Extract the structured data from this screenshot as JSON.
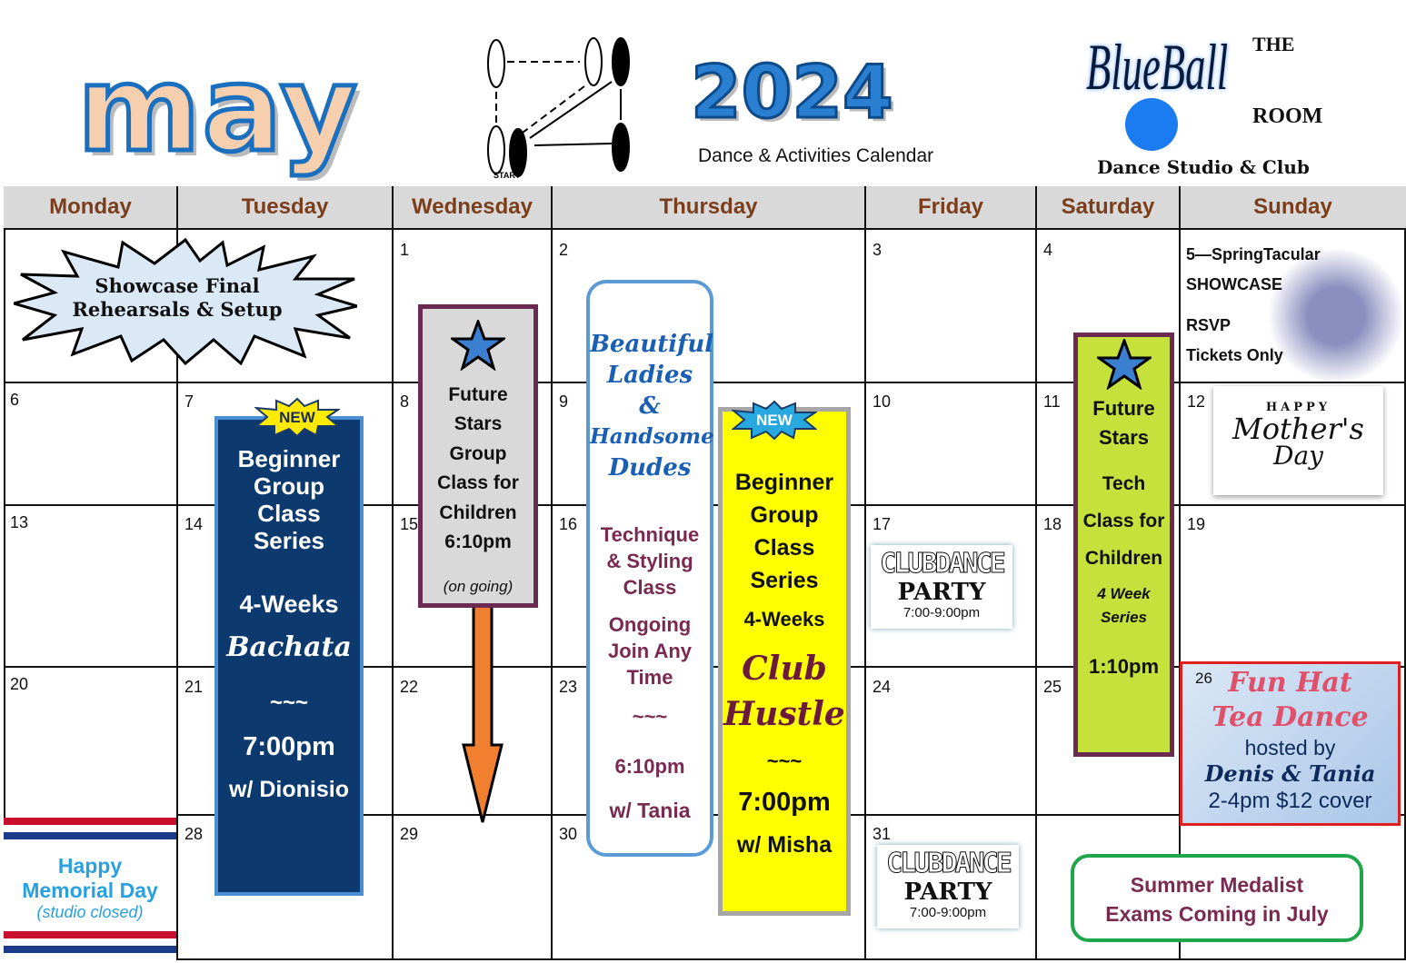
{
  "header": {
    "month": "may",
    "year": "2024",
    "subtitle": "Dance & Activities Calendar",
    "logo": {
      "the": "THE",
      "name": "BlueBall",
      "room": "ROOM",
      "tagline": "Dance Studio & Club"
    },
    "diagram_start": "START"
  },
  "days": [
    "Monday",
    "Tuesday",
    "Wednesday",
    "Thursday",
    "Friday",
    "Saturday",
    "Sunday"
  ],
  "dates": {
    "d1": "1",
    "d2": "2",
    "d3": "3",
    "d4": "4",
    "d6": "6",
    "d7": "7",
    "d8": "8",
    "d9": "9",
    "d10": "10",
    "d11": "11",
    "d12": "12",
    "d13": "13",
    "d14": "14",
    "d15": "15",
    "d16": "16",
    "d17": "17",
    "d18": "18",
    "d19": "19",
    "d20": "20",
    "d21": "21",
    "d22": "22",
    "d23": "23",
    "d24": "24",
    "d25": "25",
    "d26": "26",
    "d28": "28",
    "d29": "29",
    "d30": "30",
    "d31": "31"
  },
  "events": {
    "showcase_rehearsal": [
      "Showcase Final",
      "Rehearsals & Setup"
    ],
    "sunday5": {
      "l1": "5—SpringTacular",
      "l2": "SHOWCASE",
      "l3": "RSVP",
      "l4": "Tickets Only"
    },
    "mothers_day": {
      "l1": "HAPPY",
      "l2": "Mother's",
      "l3": "Day"
    },
    "tuesday_beginner": {
      "badge": "NEW",
      "title": "Beginner Group Class Series",
      "weeks": "4-Weeks",
      "style": "Bachata",
      "sep": "~~~",
      "time": "7:00pm",
      "instructor": "w/ Dionisio"
    },
    "future_stars_wed": {
      "title": "Future Stars Group Class for Children",
      "time": "6:10pm",
      "note": "(on going)"
    },
    "thursday_technique": {
      "t1": "Beautiful",
      "t2": "Ladies",
      "t3": "&",
      "t4": "Handsome",
      "t5": "Dudes",
      "class": "Technique & Styling Class",
      "ongoing": "Ongoing Join Any Time",
      "sep": "~~~",
      "time": "6:10pm",
      "instructor": "w/ Tania"
    },
    "thursday_beginner": {
      "badge": "NEW",
      "title": "Beginner Group Class Series",
      "weeks": "4-Weeks",
      "style1": "Club",
      "style2": "Hustle",
      "sep": "~~~",
      "time": "7:00pm",
      "instructor": "w/ Misha"
    },
    "future_stars_sat": {
      "title": "Future Stars",
      "sub": "Tech Class for Children",
      "weeks": "4 Week Series",
      "time": "1:10pm"
    },
    "club_party": {
      "l1": "CLUBDANCE",
      "l2": "PARTY",
      "time": "7:00-9:00pm"
    },
    "fun_hat": {
      "l1": "Fun Hat",
      "l2": "Tea Dance",
      "l3": "hosted by",
      "l4": "Denis & Tania",
      "l5": "2-4pm $12 cover"
    },
    "memorial": {
      "l1": "Happy",
      "l2": "Memorial Day",
      "l3": "(studio closed)"
    },
    "summer": {
      "l1": "Summer Medalist",
      "l2": "Exams Coming in July"
    }
  },
  "colors": {
    "header_bg": "#d9d9d9",
    "day_text": "#7a3e1c",
    "navy": "#0d3a6e",
    "purple": "#6b2a52",
    "yellow": "#ffff00",
    "lime": "#c6e03c",
    "orange": "#f08030",
    "green": "#1fa64a",
    "red": "#e02020"
  }
}
